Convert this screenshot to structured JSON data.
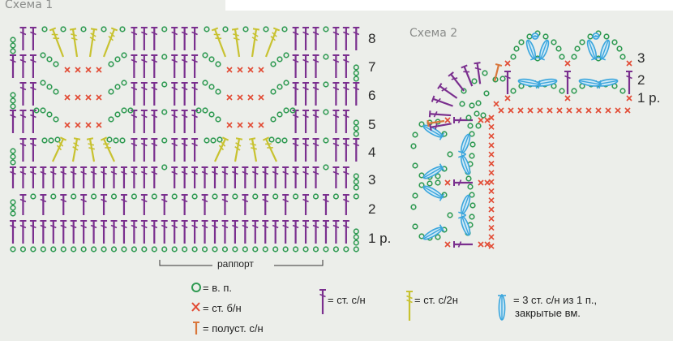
{
  "scheme1": {
    "title": "Схема 1",
    "rows": [
      "8",
      "7",
      "6",
      "5",
      "4",
      "3",
      "2",
      "1 р."
    ],
    "repeat_label": "раппорт"
  },
  "scheme2": {
    "title": "Схема 2",
    "rows": [
      "3",
      "2",
      "1 р."
    ]
  },
  "legend": {
    "chain": "= в. п.",
    "sc": "= ст. б/н",
    "hdc": "= полуст. с/н",
    "dc": "= ст. с/н",
    "tr": "= ст. с/2н",
    "cluster_line1": "= 3 ст. с/н из 1 п.,",
    "cluster_line2": "закрытые вм."
  },
  "colors": {
    "chain": "#2f9a52",
    "sc": "#e24a33",
    "hdc": "#d9763a",
    "dc": "#7a2f8e",
    "tr": "#c8c230",
    "cluster": "#3ba6dd"
  }
}
